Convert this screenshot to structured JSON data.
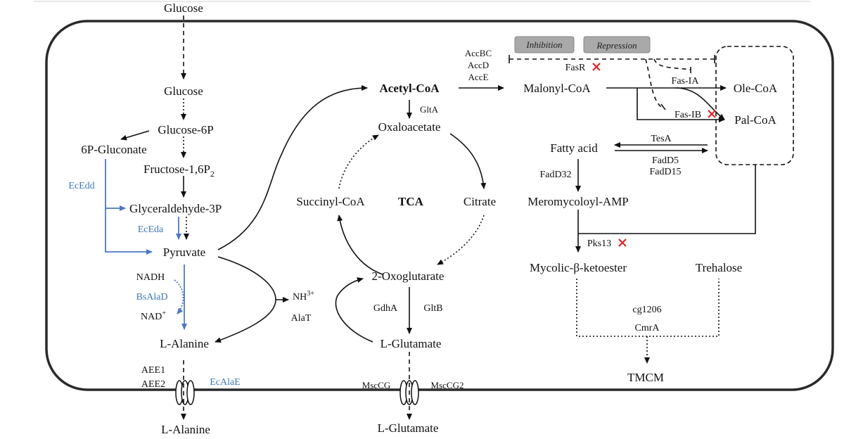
{
  "labels": {
    "glucose_outside": "Glucose",
    "glucose_inside": "Glucose",
    "glucose_6p": "Glucose-6P",
    "gluconate_6p": "6P-Gluconate",
    "fructose_16p2_main": "Fructose-1,6P",
    "fructose_16p2_sub": "2",
    "ecedd": "EcEdd",
    "glyceraldehyde_3p": "Glyceraldehyde-3P",
    "eceda": "EcEda",
    "pyruvate": "Pyruvate",
    "nadh": "NADH",
    "bsalad": "BsAlaD",
    "nad_main": "NAD",
    "nad_sup": "+",
    "l_alanine_inside": "L-Alanine",
    "aee1": "AEE1",
    "aee2": "AEE2",
    "ecalae": "EcAlaE",
    "l_alanine_outside": "L-Alanine",
    "acetyl_coa": "Acetyl-CoA",
    "glta": "GltA",
    "oxaloacetate": "Oxaloacetate",
    "succinyl_coa": "Succinyl-CoA",
    "tca": "TCA",
    "citrate": "Citrate",
    "oxoglutarate": "2-Oxoglutarate",
    "nh3_main": "NH",
    "nh3_sup": "3+",
    "alat": "AlaT",
    "gdha": "GdhA",
    "gltb": "GltB",
    "l_glutamate_inside": "L-Glutamate",
    "msccg_left": "MscCG",
    "msccg_right": "MscCG2",
    "l_glutamate_outside": "L-Glutamate",
    "accbc": "AccBC",
    "accd": "AccD",
    "acce": "AccE",
    "inhibition": "Inhibition",
    "repression": "Repression",
    "fasr": "FasR",
    "malonyl_coa": "Malonyl-CoA",
    "fas_ia": "Fas-IA",
    "ole_coa": "Ole-CoA",
    "fas_ib": "Fas-IB",
    "pal_coa": "Pal-CoA",
    "tesa": "TesA",
    "fatty_acid": "Fatty acid",
    "fadd5": "FadD5",
    "fadd15": "FadD15",
    "fadd32": "FadD32",
    "meromycoloyl_amp": "Meromycoloyl-AMP",
    "pks13": "Pks13",
    "mycolic_ketoester": "Mycolic-β-ketoester",
    "trehalose": "Trehalose",
    "cg1206": "cg1206",
    "cmra": "CmrA",
    "tmcm": "TMCM"
  },
  "colors": {
    "engineered_enzyme": "#3a7ab8",
    "engineered_arrow": "#4a78c2",
    "knockout_mark": "#e02424",
    "cell_membrane": "#2a2a2a",
    "badge_fill": "#a9a9a9"
  },
  "icons": [
    "knockout-x-icon",
    "membrane-channel-icon"
  ]
}
